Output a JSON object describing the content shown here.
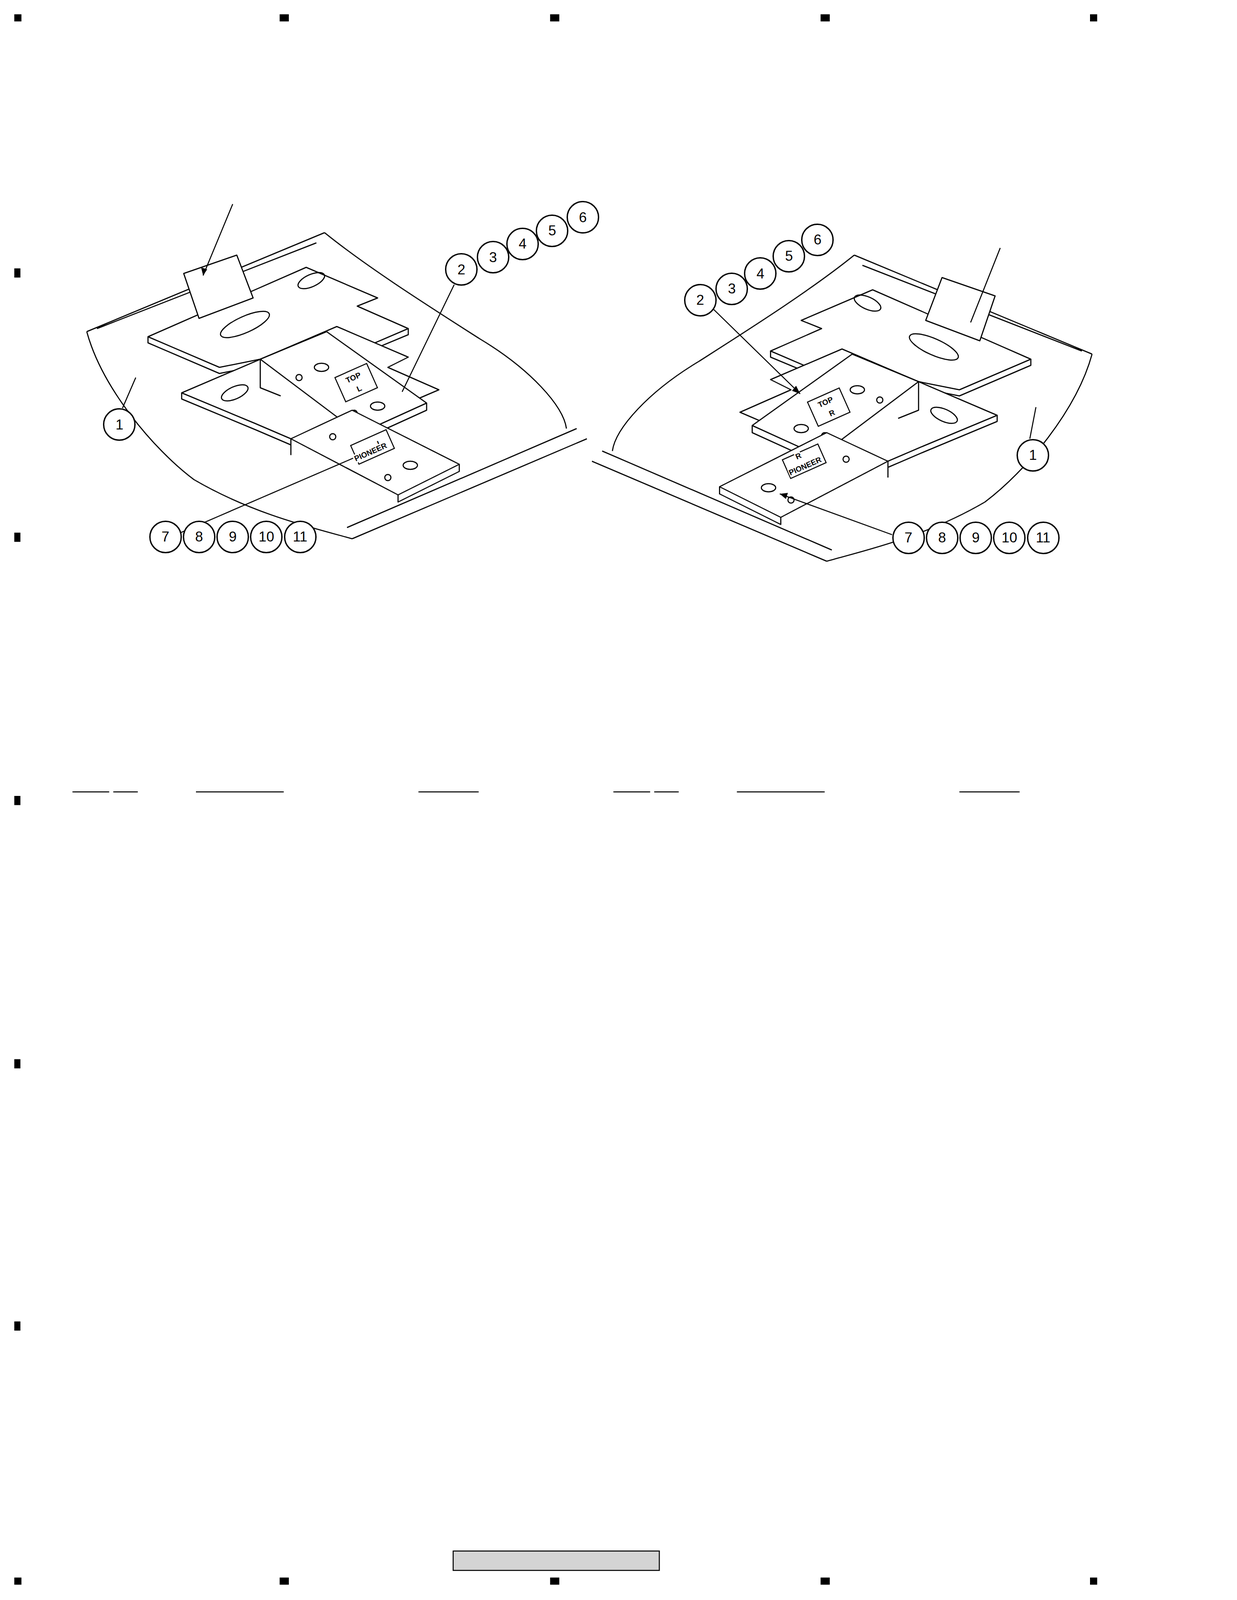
{
  "diagram": {
    "nodes": [
      {
        "text": [
          "2"
        ]
      },
      {
        "text": [
          "3"
        ]
      },
      {
        "text": [
          "4"
        ]
      },
      {
        "text": [
          "5"
        ]
      },
      {
        "text": [
          "6"
        ]
      },
      {
        "text": [
          "1"
        ]
      },
      {
        "text": [
          "7"
        ]
      },
      {
        "text": [
          "8"
        ]
      },
      {
        "text": [
          "9"
        ]
      },
      {
        "text": [
          "10"
        ]
      },
      {
        "text": [
          "11"
        ]
      },
      {
        "text": [
          "2"
        ]
      },
      {
        "text": [
          "3"
        ]
      },
      {
        "text": [
          "4"
        ]
      },
      {
        "text": [
          "5"
        ]
      },
      {
        "text": [
          "6"
        ]
      },
      {
        "text": [
          "1"
        ]
      },
      {
        "text": [
          "7"
        ]
      },
      {
        "text": [
          "8"
        ]
      },
      {
        "text": [
          "9"
        ]
      },
      {
        "text": [
          "10"
        ]
      },
      {
        "text": [
          "11"
        ]
      }
    ],
    "labels": [
      "TOP",
      "L",
      "L",
      "PIONEER",
      "TOP",
      "R",
      "R",
      "PIONEER"
    ]
  }
}
